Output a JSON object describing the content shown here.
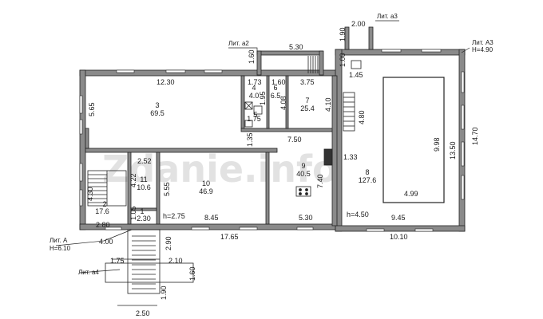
{
  "watermark": "Zdanie.info",
  "tags": {
    "lit_a": "Лит. А",
    "h_a": "Н=6.10",
    "lit_a2": "Лит. а2",
    "lit_a3": "Лит. а3",
    "lit_A3": "Лит. А3",
    "h_A3": "Н=4.90",
    "lit_a4": "Лит. а4"
  },
  "rooms": {
    "r1_num": "1",
    "r1_area": "2.30",
    "r2_num": "2",
    "r2_area": "17.6",
    "r3_num": "3",
    "r3_area": "69.5",
    "r4_num": "4",
    "r4_area": "4.0",
    "r5_num": "5",
    "r5_area": "1.75",
    "r6_num": "6",
    "r6_area": "6.5",
    "r7_num": "7",
    "r7_area": "25.4",
    "r8_num": "8",
    "r8_area": "127.6",
    "r9_num": "9",
    "r9_area": "40.5",
    "r10_num": "10",
    "r10_area": "46.9",
    "r11_num": "11",
    "r11_area": "10.6"
  },
  "heights": {
    "h1": "h=2.75",
    "h2": "h=4.50"
  },
  "dims": {
    "d_12_30": "12.30",
    "d_5_65": "5.65",
    "d_1_73": "1.73",
    "d_1_60a": "1.60",
    "d_3_75": "3.75",
    "d_5_30top": "5.30",
    "d_1_60b": "1.60",
    "d_1_95": "1.95",
    "d_4_08": "4.08",
    "d_4_10": "4.10",
    "d_1_35": "1.35",
    "d_7_50": "7.50",
    "d_2_52": "2.52",
    "d_5_55": "5.55",
    "d_4_22": "4.22",
    "d_4_30": "4.30",
    "d_1_05": "1.05",
    "d_8_45": "8.45",
    "d_5_30mid": "5.30",
    "d_7_40": "7.40",
    "d_2_80": "2.80",
    "d_4_00": "4.00",
    "d_17_65": "17.65",
    "d_2_90": "2.90",
    "d_1_75": "1.75",
    "d_2_10": "2.10",
    "d_1_60c": "1.60",
    "d_1_90b": "1.90",
    "d_2_50": "2.50",
    "d_2_00": "2.00",
    "d_1_90a": "1.90",
    "d_1_00": "1.00",
    "d_1_45": "1.45",
    "d_4_80": "4.80",
    "d_1_33": "1.33",
    "d_9_98": "9.98",
    "d_13_50": "13.50",
    "d_14_70": "14.70",
    "d_4_99": "4.99",
    "d_9_45": "9.45",
    "d_10_10": "10.10"
  }
}
